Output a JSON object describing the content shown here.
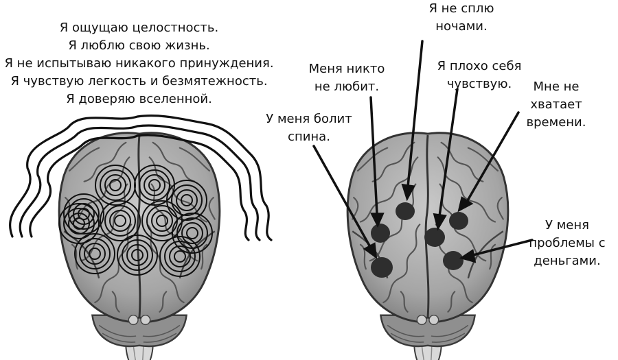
{
  "affirmations": {
    "lines": [
      "Я ощущаю целостность.",
      "Я люблю свою жизнь.",
      "Я не испытываю никакого принуждения.",
      "Я чувствую легкость и безмятежность.",
      "Я доверяю вселенной."
    ]
  },
  "problems": {
    "nobody_loves": [
      "Меня никто",
      "не любит."
    ],
    "back_pain": [
      "У меня болит",
      "спина."
    ],
    "no_sleep": [
      "Я не сплю",
      "ночами."
    ],
    "feel_bad": [
      "Я плохо себя",
      "чувствую."
    ],
    "no_time": [
      "Мне не",
      "хватает",
      "времени."
    ],
    "money": [
      "У меня",
      "проблемы с",
      "деньгами."
    ]
  },
  "colors": {
    "brain_fill": "#a9a9a9",
    "brain_dark": "#6e6e6e",
    "brain_outline": "#3a3a3a",
    "ink": "#111111",
    "spot": "#2e2e2e"
  }
}
